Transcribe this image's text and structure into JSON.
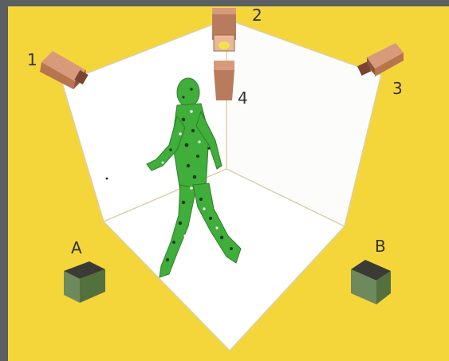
{
  "labels": {
    "camera_1": "1",
    "camera_2": "2",
    "camera_3": "3",
    "camera_4": "4",
    "box_a": "A",
    "box_b": "B"
  },
  "colors": {
    "frame": "#5a5f62",
    "background": "#f5d63a",
    "room": "#ffffff",
    "edges": "#d8cfa8",
    "camera_body": "#c9896a",
    "camera_dark": "#8f5440",
    "box_front": "#6e8a5c",
    "box_top": "#3b3b35",
    "figure": "#3fae3a",
    "lens": "#f2e24a"
  },
  "icons": [
    "camera-icon",
    "sensor-box-icon",
    "human-figure-icon"
  ]
}
